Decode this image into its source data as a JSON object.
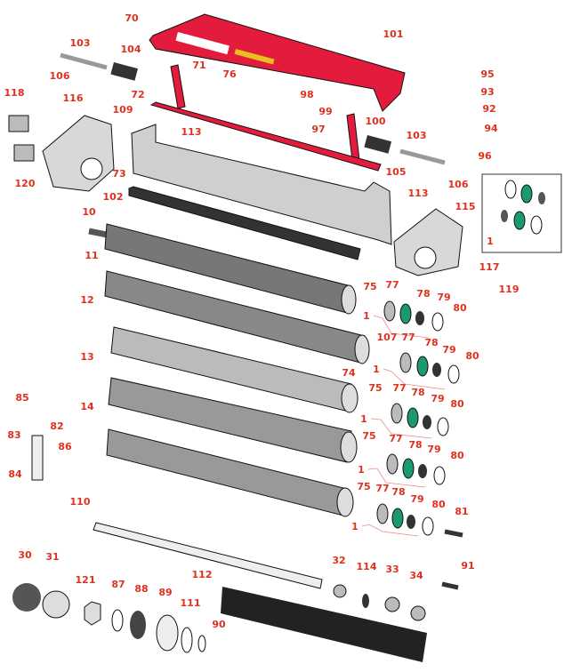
{
  "diagram": {
    "title": "Reel exploded parts view",
    "colors": {
      "label": "#e0301e",
      "cover": "#e31b3c",
      "housing": "#cfcfcf",
      "seal": "#1a9a6e"
    },
    "labels": [
      "70",
      "101",
      "103",
      "104",
      "106",
      "71",
      "76",
      "118",
      "116",
      "72",
      "98",
      "95",
      "93",
      "99",
      "100",
      "92",
      "94",
      "109",
      "113",
      "97",
      "103",
      "96",
      "105",
      "106",
      "120",
      "73",
      "102",
      "113",
      "115",
      "10",
      "1",
      "11",
      "117",
      "75",
      "77",
      "78",
      "119",
      "79",
      "80",
      "1",
      "12",
      "107",
      "77",
      "78",
      "79",
      "80",
      "1",
      "74",
      "13",
      "75",
      "77",
      "78",
      "79",
      "80",
      "1",
      "85",
      "82",
      "83",
      "86",
      "84",
      "14",
      "75",
      "77",
      "78",
      "79",
      "80",
      "1",
      "75",
      "77",
      "78",
      "79",
      "80",
      "81",
      "1",
      "110",
      "30",
      "31",
      "32",
      "114",
      "33",
      "91",
      "121",
      "87",
      "88",
      "89",
      "112",
      "34",
      "111",
      "90"
    ]
  }
}
